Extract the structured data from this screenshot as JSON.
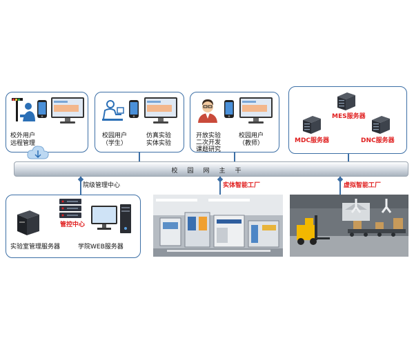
{
  "bus": {
    "label": "校园网主干"
  },
  "remote": {
    "line1": "校外用户",
    "line2": "远程管理"
  },
  "campus_student": {
    "line1": "校园用户",
    "line2": "（学生）"
  },
  "simulation": {
    "line1": "仿真实验",
    "line2": "实体实验"
  },
  "open_exp": {
    "line1": "开放实验",
    "line2": "二次开发",
    "line3": "课题研究"
  },
  "campus_teacher": {
    "line1": "校园用户",
    "line2": "（教师）"
  },
  "servers": {
    "mes": "MES服务器",
    "mdc": "MDC服务器",
    "dnc": "DNC服务器"
  },
  "college": {
    "label": "院级管理中心",
    "control": "管控中心",
    "lab_server": "实验室管理服务器",
    "web_server": "学院WEB服务器"
  },
  "physical_factory": {
    "label": "实体智能工厂"
  },
  "virtual_factory": {
    "label": "虚拟智能工厂"
  },
  "colors": {
    "line": "#3b6ea5",
    "accent_red": "#e02020",
    "server_dark": "#2b2f36"
  }
}
